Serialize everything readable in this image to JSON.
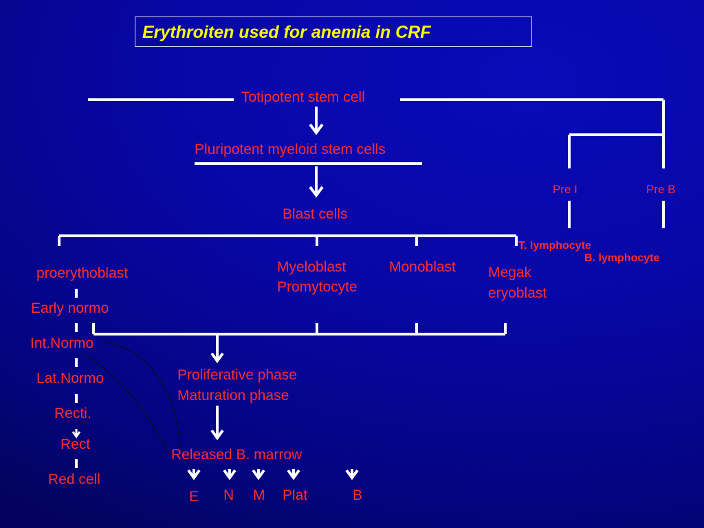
{
  "title": "Erythroiten used for anemia in CRF",
  "nodes": {
    "totipotent": "Totipotent stem cell",
    "pluripotent": "Pluripotent myeloid stem cells",
    "blast": "Blast cells",
    "pre_i": "Pre I",
    "pre_b": "Pre B",
    "t_lymph": "T. lymphocyte",
    "b_lymph": "B. lymphocyte",
    "proerythroblast": "proerythoblast",
    "early_normo": "Early normo",
    "int_normo": "Int.Normo",
    "lat_normo": "Lat.Normo",
    "recti": "Recti.",
    "rect": "Rect",
    "red_cell": "Red cell",
    "myeloblast": "Myeloblast",
    "promyelocyte": "Promytocyte",
    "monoblast": "Monoblast",
    "megak_1": "Megak",
    "megak_2": "eryoblast",
    "prolif": "Proliferative phase",
    "maturation": "Maturation phase",
    "released": "Released B. marrow"
  },
  "outputs": [
    "E",
    "N",
    "M",
    "Plat",
    "B"
  ],
  "colors": {
    "text": "#ff2e2e",
    "title": "#ffff00",
    "lines": "#ffffff",
    "background": "#0707a4"
  }
}
